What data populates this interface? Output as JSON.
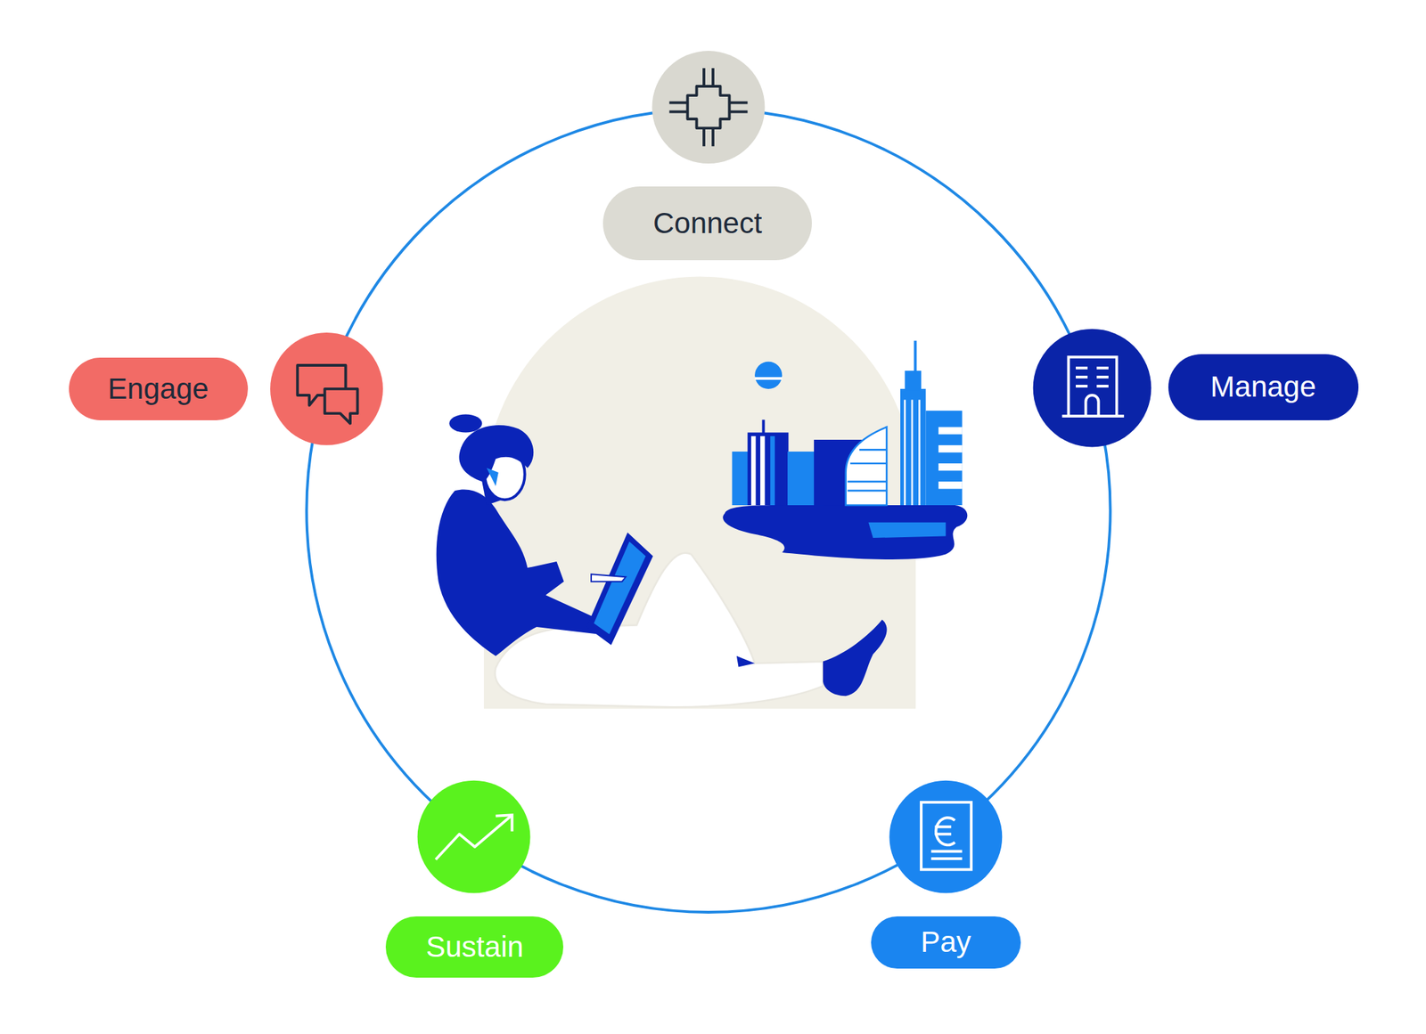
{
  "diagram": {
    "nodes": [
      {
        "text": [
          "Connect"
        ]
      },
      {
        "text": [
          "Engage"
        ]
      },
      {
        "text": [
          "Manage"
        ]
      },
      {
        "text": [
          "Sustain"
        ]
      },
      {
        "text": [
          "Pay"
        ]
      }
    ]
  }
}
